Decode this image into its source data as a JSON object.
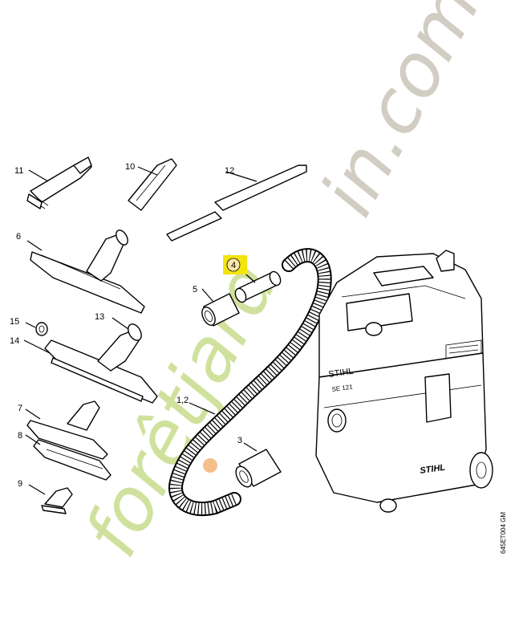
{
  "callouts": {
    "p11": "11",
    "p10": "10",
    "p12": "12",
    "p6": "6",
    "p4": "4",
    "p5": "5",
    "p13": "13",
    "p15": "15",
    "p14": "14",
    "p12b": "1,2",
    "p7": "7",
    "p8": "8",
    "p3": "3",
    "p9": "9"
  },
  "highlight_color": "#f3e40e",
  "brand_lid": "STIHL",
  "brand_body": "STIHL",
  "model_label": "SE 121",
  "reference_code": "645ET004 GM",
  "watermark": {
    "left_part": "forêtjard",
    "right_part": "in.com",
    "color_green": "#c8dc8c",
    "color_gray": "#c9c4b7",
    "color_orange": "#f4b478"
  }
}
